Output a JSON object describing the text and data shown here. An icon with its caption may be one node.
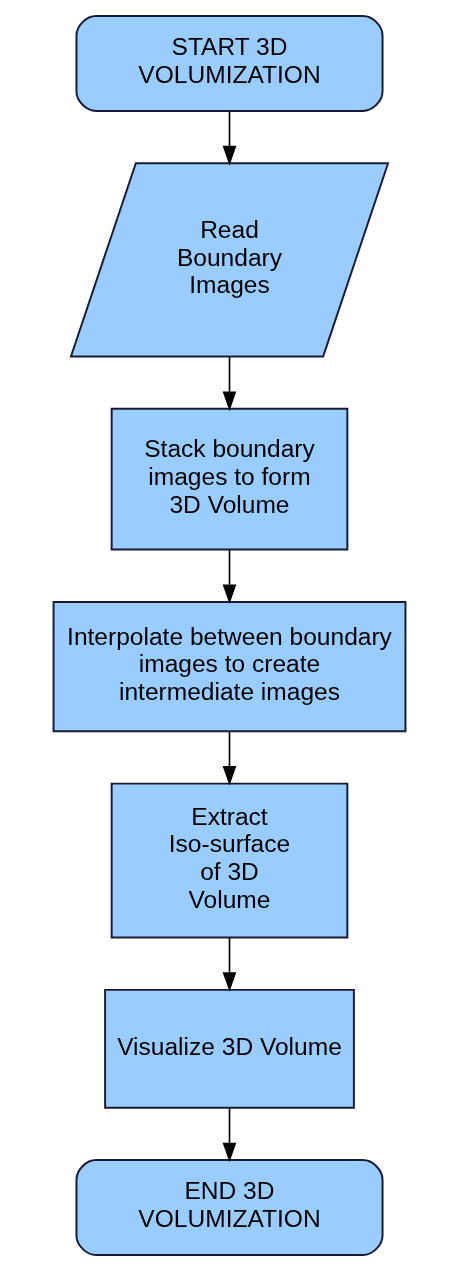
{
  "diagram": {
    "nodes": [
      {
        "text": [
          "START 3D VOLUMIZATION"
        ]
      },
      {
        "text": [
          "Read Boundary Images"
        ]
      },
      {
        "text": [
          "Stack boundary images to form 3D Volume"
        ]
      },
      {
        "text": [
          "Interpolate between boundary images to create intermediate images"
        ]
      },
      {
        "text": [
          "Extract Iso-surface of 3D Volume"
        ]
      },
      {
        "text": [
          "Visualize 3D Volume"
        ]
      },
      {
        "text": [
          "END 3D VOLUMIZATION"
        ]
      }
    ],
    "edges": [
      {
        "from": 0,
        "to": 1,
        "arrow": "to"
      },
      {
        "from": 1,
        "to": 2,
        "arrow": "to"
      },
      {
        "from": 2,
        "to": 3,
        "arrow": "to"
      },
      {
        "from": 3,
        "to": 4,
        "arrow": "to"
      },
      {
        "from": 4,
        "to": 5,
        "arrow": "to"
      },
      {
        "from": 5,
        "to": 6,
        "arrow": "to"
      }
    ]
  }
}
